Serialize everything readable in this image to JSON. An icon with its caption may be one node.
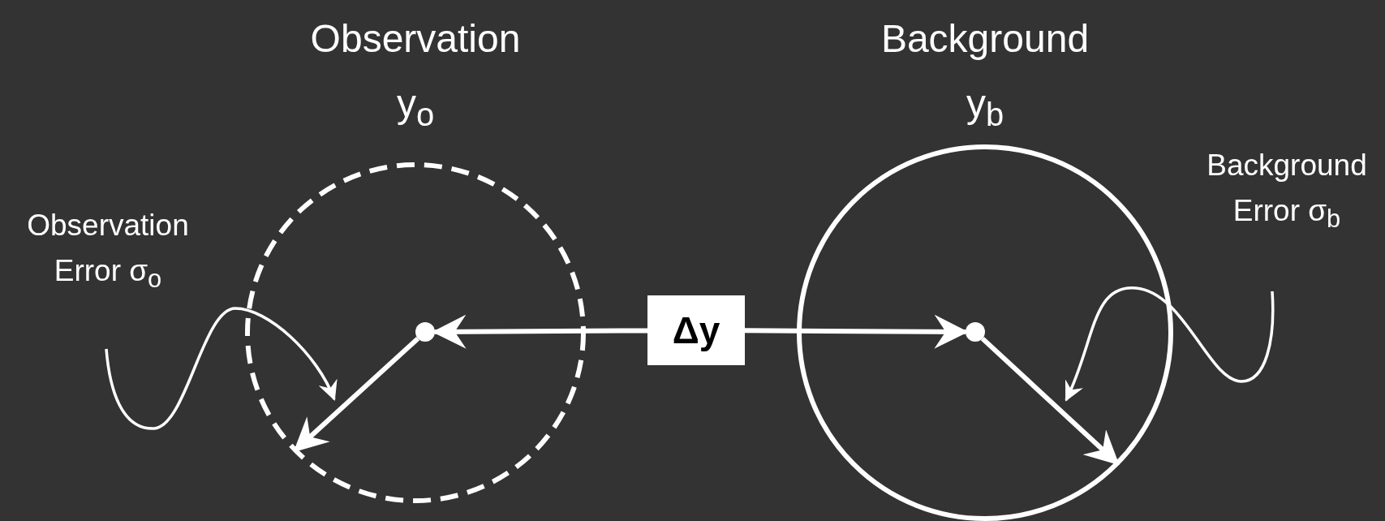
{
  "diagram": {
    "nodes": [
      {
        "text": [
          "Observation",
          "y$_{o}$"
        ]
      },
      {
        "text": [],
        "shape": "circle",
        "in": 0
      },
      {
        "text": [
          "Δy"
        ]
      },
      {
        "text": [
          "Background",
          "y$_{b}$"
        ]
      },
      {
        "text": [],
        "shape": "circle",
        "in": 3
      },
      {
        "text": [
          "Observation Error σ$_{o}$"
        ]
      },
      {
        "text": [
          "Background Error σ$_{b}$"
        ]
      }
    ],
    "edges": [
      {
        "from": 2,
        "to": 1,
        "arrow": "to"
      },
      {
        "from": 2,
        "to": 4,
        "arrow": "to"
      },
      {
        "from": 1,
        "to": 0,
        "arrow": "to"
      },
      {
        "from": 4,
        "to": 3,
        "arrow": "to"
      },
      {
        "from": 5,
        "to": null,
        "arrow": "to"
      },
      {
        "from": 6,
        "to": null,
        "arrow": "to"
      }
    ]
  }
}
